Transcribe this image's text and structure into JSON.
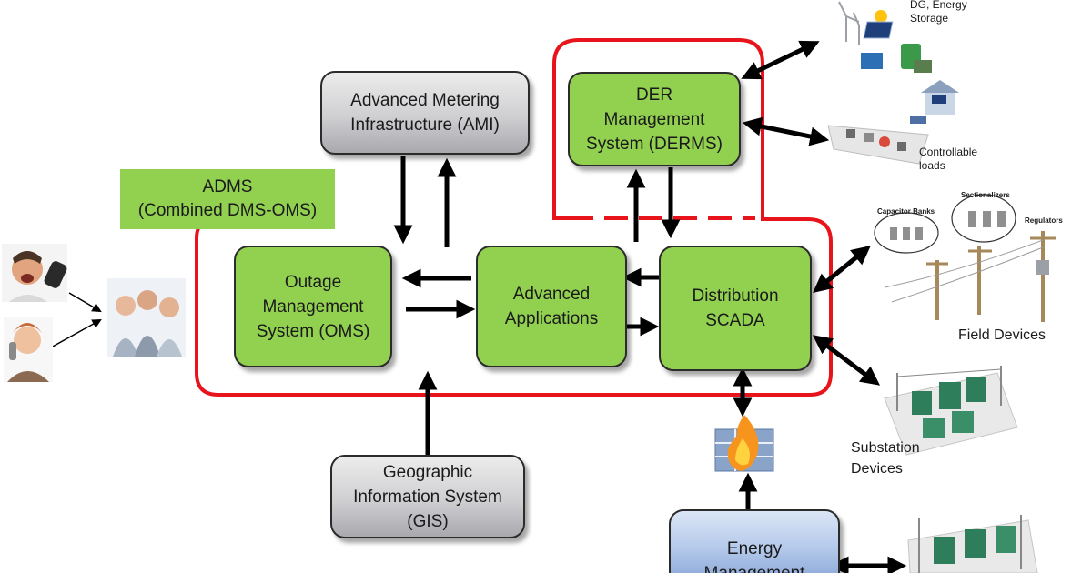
{
  "adms": {
    "line1": "ADMS",
    "line2": "(Combined DMS-OMS)"
  },
  "boxes": {
    "ami": [
      "Advanced Metering",
      "Infrastructure (AMI)"
    ],
    "derms": [
      "DER",
      "Management",
      "System (DERMS)"
    ],
    "oms": [
      "Outage",
      "Management",
      "System (OMS)"
    ],
    "advanced": [
      "Advanced",
      "Applications"
    ],
    "scada": [
      "Distribution",
      "SCADA"
    ],
    "gis": [
      "Geographic",
      "Information System",
      "(GIS)"
    ],
    "ems": [
      "Energy",
      "Management"
    ]
  },
  "labels": {
    "dg": [
      "DG, Energy",
      "Storage"
    ],
    "loads": [
      "Controllable",
      "loads"
    ],
    "field": "Field Devices",
    "substation": [
      "Substation",
      "Devices"
    ],
    "capacitor": "Capacitor Banks",
    "sectionalizers": "Sectionalizers",
    "regulators": "Regulators"
  },
  "colors": {
    "green": "#92d050",
    "adms_outline": "#e8141b",
    "arrow": "#000000",
    "blue_box": "#b4c9ea",
    "gray_box": "#cfcfd2"
  },
  "icons": [
    "angry-caller-icon",
    "phone-caller-icon",
    "call-center-icon",
    "firewall-icon",
    "wind-turbine-icon",
    "solar-panel-icon",
    "battery-icon",
    "house-solar-icon",
    "utility-pole-icon",
    "substation-icon"
  ]
}
